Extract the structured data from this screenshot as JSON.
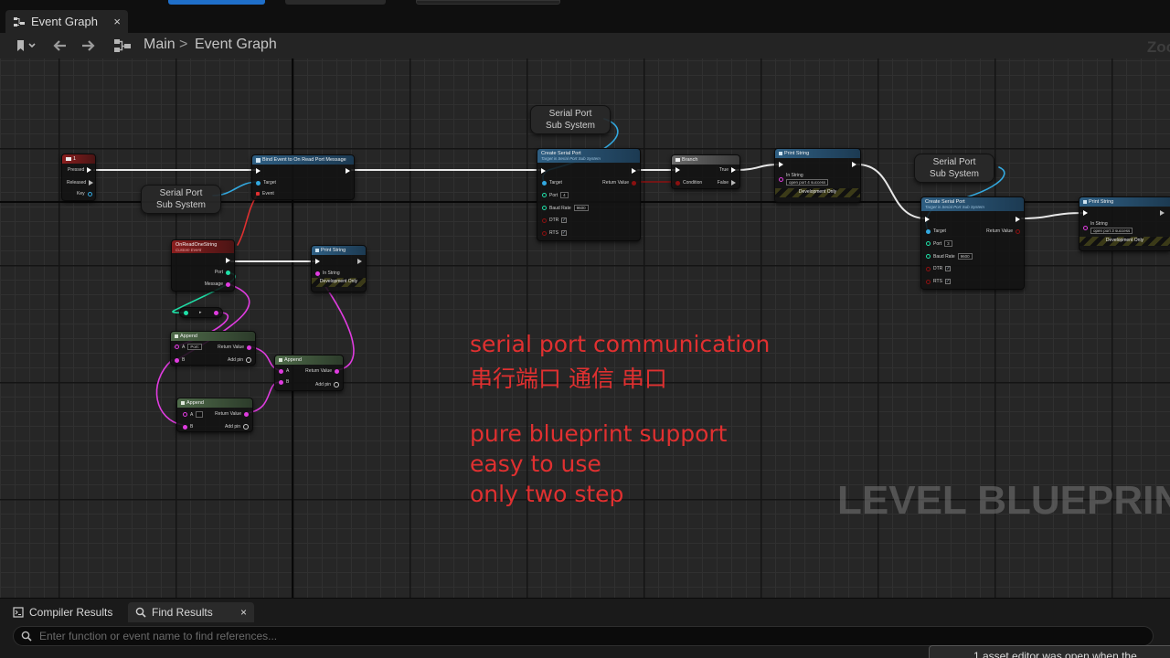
{
  "tab": {
    "title": "Event Graph",
    "close": "×"
  },
  "breadcrumb": {
    "root": "Main",
    "separator": ">",
    "current": "Event Graph"
  },
  "zoom_label": "Zoo",
  "nodes": {
    "key_event": {
      "title": "1",
      "pins": [
        "Pressed",
        "Released",
        "Key"
      ]
    },
    "bind_event": {
      "title": "Bind Event to On Read Port Message",
      "target": "Target",
      "event": "Event"
    },
    "subsystem_1": {
      "line1": "Serial Port",
      "line2": "Sub System"
    },
    "custom_event": {
      "title": "OnReadOneString",
      "subtitle": "Custom Event",
      "port": "Port",
      "message": "Message"
    },
    "print_string_1": {
      "title": "Print String",
      "in_string": "In String",
      "dev": "Development Only"
    },
    "to_string": {
      "label": "▸"
    },
    "append_1": {
      "title": "Append",
      "a": "A",
      "a_value": "Port:",
      "b": "B",
      "ret": "Return Value",
      "add": "Add pin"
    },
    "append_2": {
      "title": "Append",
      "a": "A",
      "b": "B",
      "ret": "Return Value",
      "add": "Add pin"
    },
    "append_3": {
      "title": "Append",
      "a": "A",
      "b": "B",
      "ret": "Return Value",
      "add": "Add pin"
    },
    "subsystem_2": {
      "line1": "Serial Port",
      "line2": "Sub System"
    },
    "create_port_1": {
      "title": "Create Serial Port",
      "subtitle": "Target is Serial Port Sub System",
      "target": "Target",
      "ret": "Return Value",
      "port": "Port",
      "port_value": "4",
      "baud": "Baud Rate",
      "baud_value": "9600",
      "dtr": "DTR",
      "rts": "RTS"
    },
    "branch": {
      "title": "Branch",
      "condition": "Condition",
      "true_label": "True",
      "false_label": "False"
    },
    "print_string_2": {
      "title": "Print String",
      "in_string": "In String",
      "value": "open port 4 success",
      "dev": "Development Only"
    },
    "subsystem_3": {
      "line1": "Serial Port",
      "line2": "Sub System"
    },
    "create_port_2": {
      "title": "Create Serial Port",
      "subtitle": "Target is Serial Port Sub System",
      "target": "Target",
      "ret": "Return Value",
      "port": "Port",
      "port_value": "3",
      "baud": "Baud Rate",
      "baud_value": "9600",
      "dtr": "DTR",
      "rts": "RTS"
    },
    "print_string_3": {
      "title": "Print String",
      "in_string": "In String",
      "value": "open port 3 success",
      "dev": "Development Only"
    }
  },
  "overlay": {
    "line1": "serial port communication",
    "line2": "串行端口  通信  串口",
    "line3": "pure blueprint  support",
    "line4": "easy  to use",
    "line5": "only two step"
  },
  "watermark": "LEVEL BLUEPRIN",
  "bottom": {
    "tabs": [
      {
        "label": "Compiler Results"
      },
      {
        "label": "Find Results",
        "close": "×"
      }
    ],
    "search_placeholder": "Enter function or event name to find references..."
  },
  "toast": "1 asset editor was open when the",
  "colors": {
    "exec": "#ffffff",
    "object": "#33a9e0",
    "string": "#e03ce0",
    "bool": "#8b1010",
    "int": "#1fe0a8",
    "overlay": "#e03030"
  }
}
